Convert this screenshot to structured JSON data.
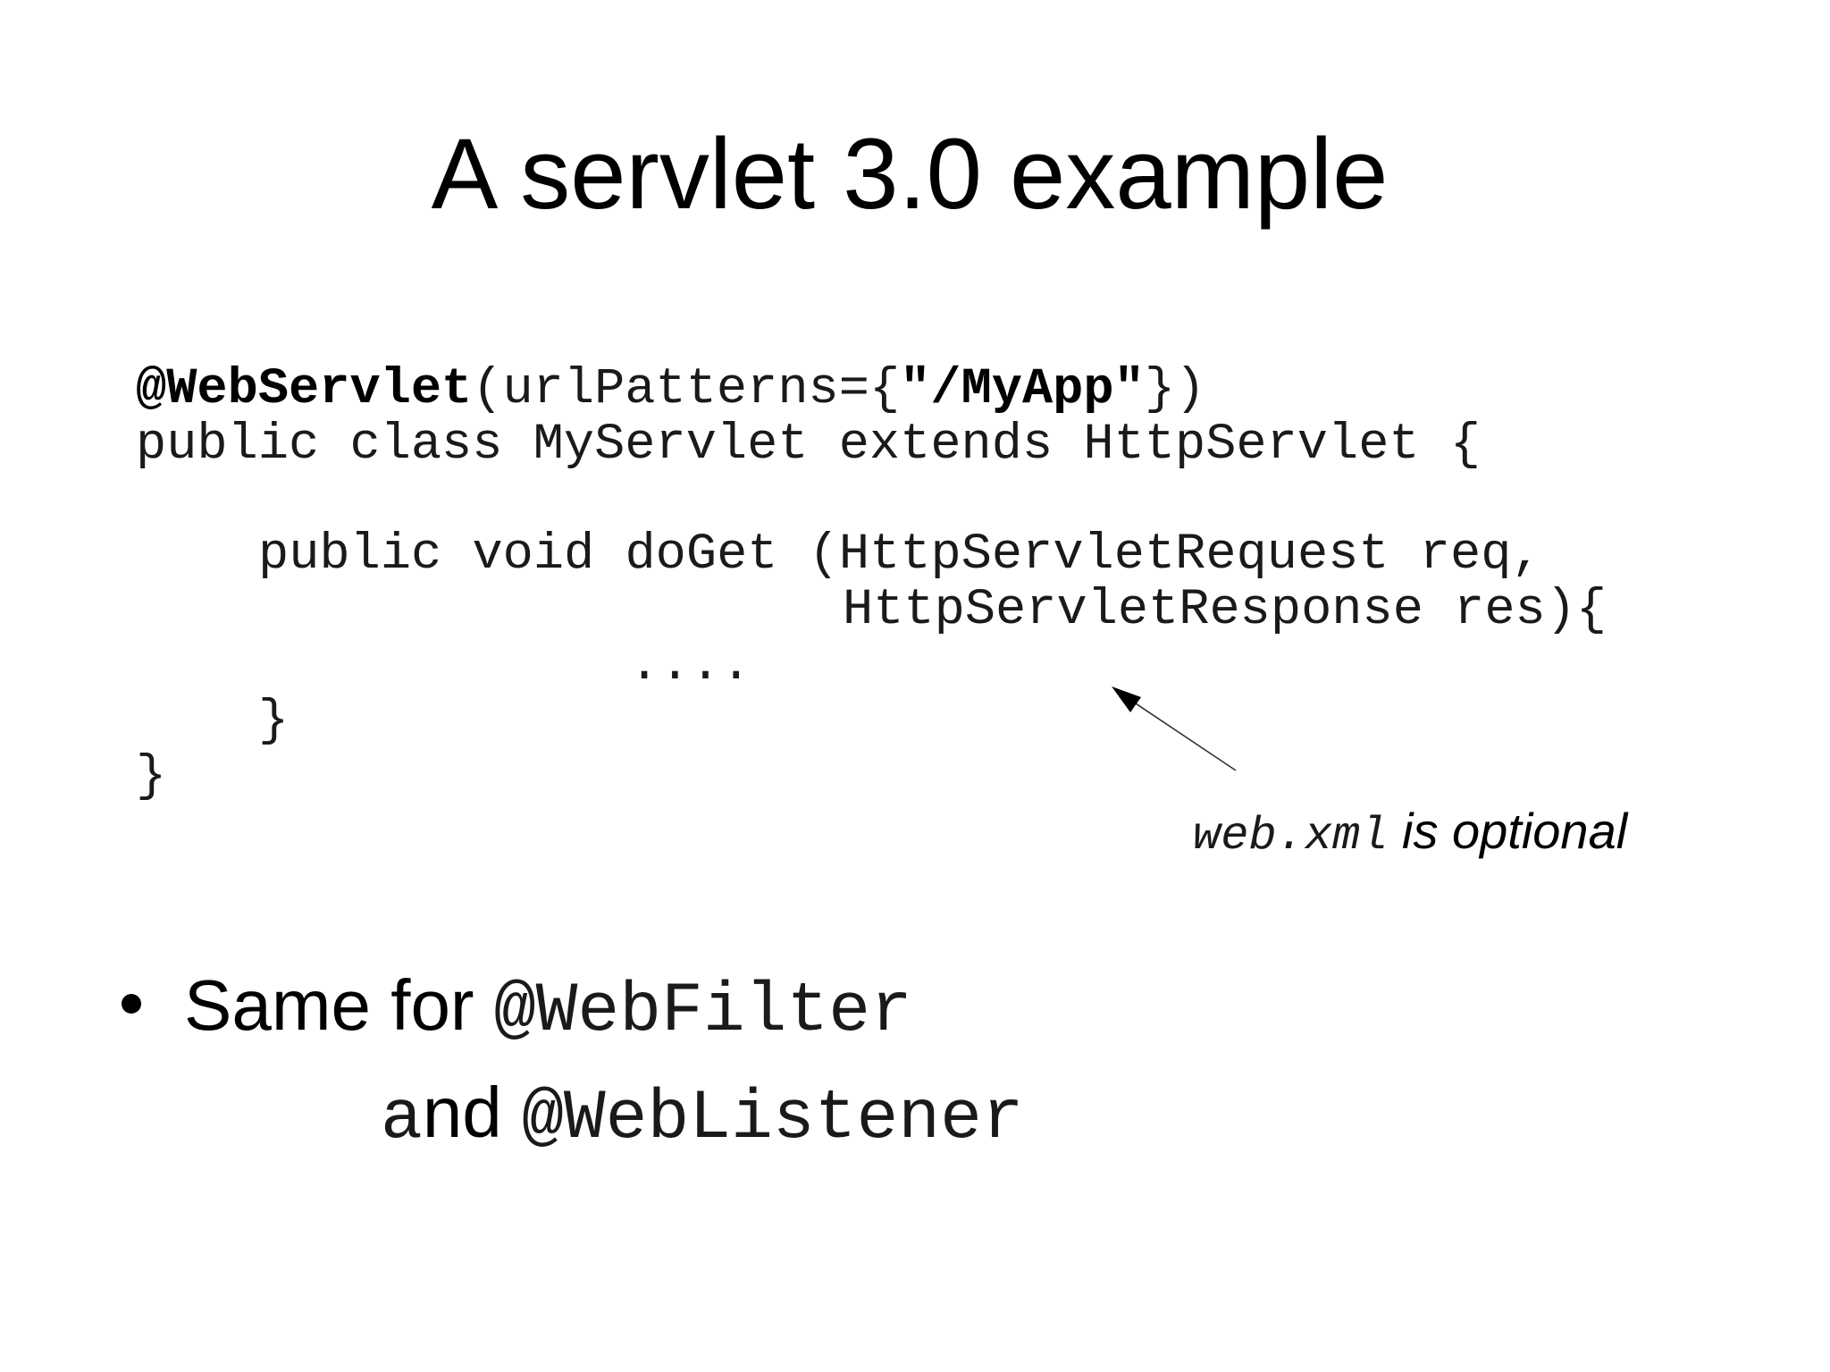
{
  "slide": {
    "title": "A servlet 3.0 example",
    "code": {
      "annotation_name": "@WebServlet",
      "annotation_open": "(urlPatterns={",
      "annotation_value": "\"/MyApp\"",
      "annotation_close": "})",
      "line2": "public class MyServlet extends HttpServlet {",
      "line4": "public void doGet (HttpServletRequest req,",
      "line5": "HttpServletResponse res){",
      "line6": "....",
      "line7": "}",
      "line8": "}"
    },
    "note": {
      "mono": "web.xml",
      "text": " is optional"
    },
    "bullet": {
      "prefix": "Same for ",
      "item1": "@WebFilter",
      "connector_mono": "a",
      "connector_text": "nd ",
      "item2": "@WebListener"
    }
  }
}
